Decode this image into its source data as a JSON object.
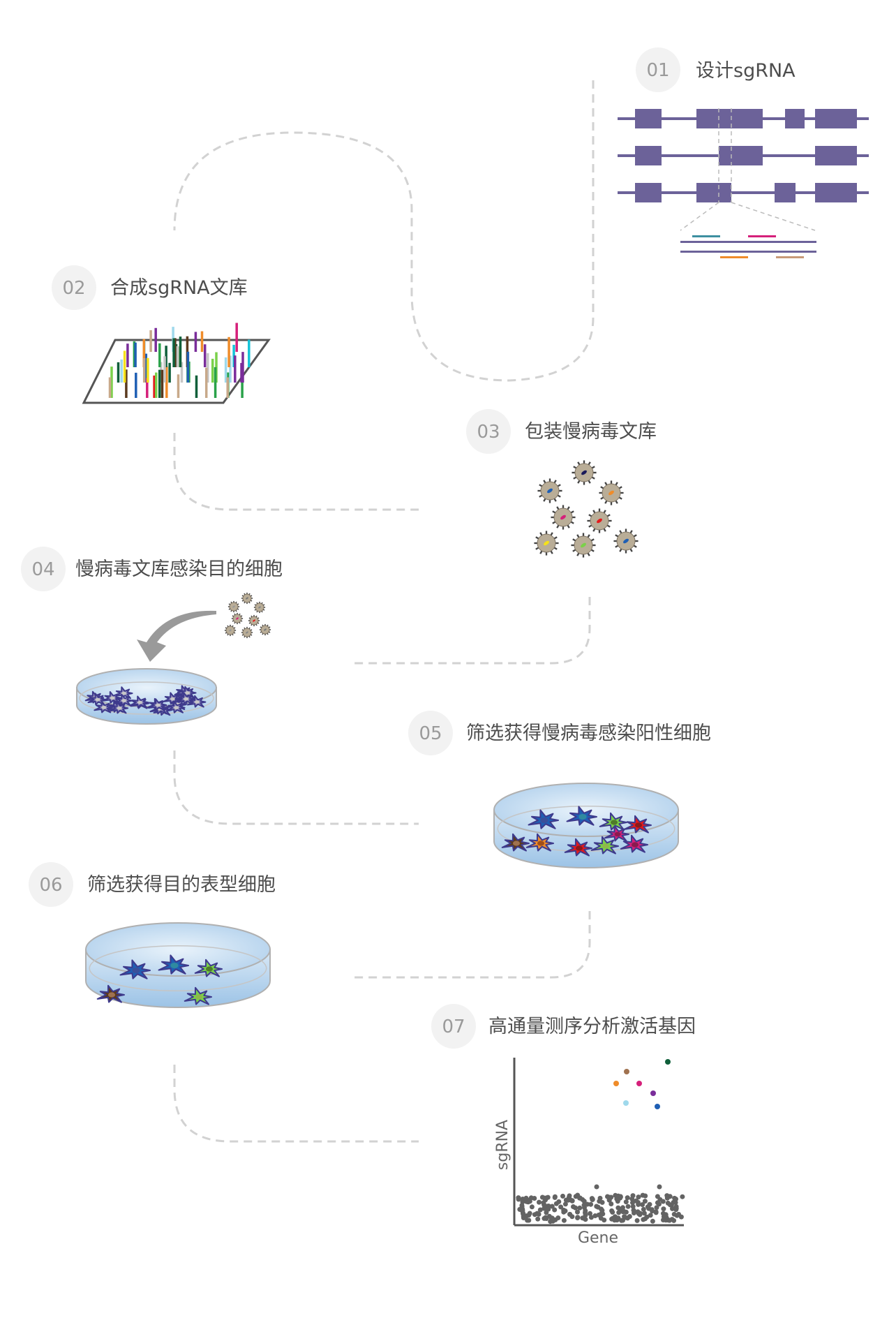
{
  "steps": [
    {
      "number": "01",
      "label": "设计sgRNA"
    },
    {
      "number": "02",
      "label": "合成sgRNA文库"
    },
    {
      "number": "03",
      "label": "包装慢病毒文库"
    },
    {
      "number": "04",
      "label": "慢病毒文库感染目的细胞"
    },
    {
      "number": "05",
      "label": "筛选获得慢病毒感染阳性细胞"
    },
    {
      "number": "06",
      "label": "筛选获得目的表型细胞"
    },
    {
      "number": "07",
      "label": "高通量测序分析激活基因"
    }
  ],
  "colors": {
    "exon": "#6c6299",
    "badge": "#f2f2f2",
    "dash": "#d2d2d2",
    "dish": "#a9cbe8",
    "cell_outline": "#3e3a8c",
    "scatter_dot": "#636363"
  },
  "scatter": {
    "xlabel": "Gene",
    "ylabel": "sgRNA",
    "hit_colors": [
      "#a0724f",
      "#0f5f3a",
      "#ef8c2a",
      "#d5207a",
      "#7a2d9a",
      "#9fd9ec",
      "#1f5fb4"
    ]
  }
}
